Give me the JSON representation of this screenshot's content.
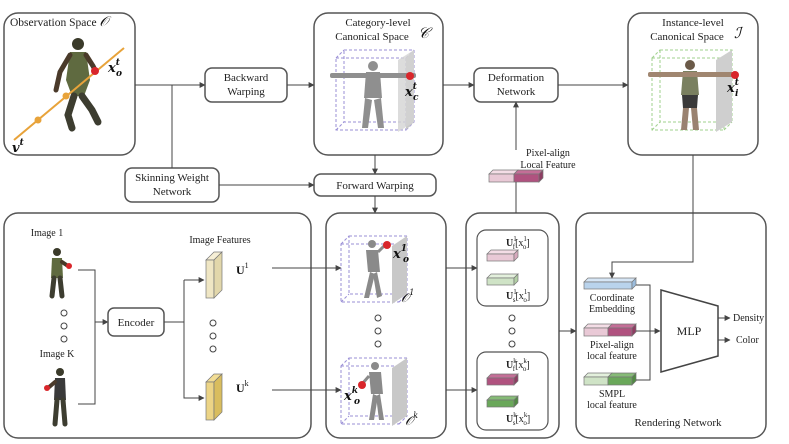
{
  "panels": {
    "observation_space": {
      "title": "Observation Space",
      "symbol": "𝒪",
      "pose_label": "x",
      "pose_sup": "t",
      "pose_sub": "o",
      "ray_label": "v",
      "ray_sup": "t"
    },
    "category_space": {
      "title_line1": "Category-level",
      "title_line2": "Canonical Space",
      "symbol": "𝒞",
      "point_label": "x",
      "point_sup": "t",
      "point_sub": "c"
    },
    "instance_space": {
      "title_line1": "Instance-level",
      "title_line2": "Canonical Space",
      "symbol": "ℐ",
      "point_label": "x",
      "point_sup": "t",
      "point_sub": "i"
    }
  },
  "modules": {
    "backward_warping": {
      "line1": "Backward",
      "line2": "Warping"
    },
    "deformation_network": {
      "line1": "Deformation",
      "line2": "Network"
    },
    "skinning_weight_network": {
      "line1": "Skinning Weight",
      "line2": "Network"
    },
    "forward_warping": {
      "label": "Forward Warping"
    },
    "encoder": {
      "label": "Encoder"
    }
  },
  "pixel_align_feature": {
    "line1": "Pixel-align",
    "line2": "Local Feature"
  },
  "images": {
    "image_1": "Image 1",
    "image_k": "Image K",
    "features_title": "Image Features",
    "feature_1": {
      "base": "U",
      "sup": "1"
    },
    "feature_k": {
      "base": "U",
      "sup": "k"
    }
  },
  "observed_points": {
    "top": {
      "base": "x",
      "sup": "1",
      "sub": "o",
      "space": "𝒪",
      "space_sup": "1"
    },
    "bottom": {
      "base": "x",
      "sup": "k",
      "sub": "o",
      "space": "𝒪",
      "space_sup": "k"
    }
  },
  "feature_groups": {
    "top": [
      {
        "text": "U",
        "sup": "1",
        "sub": "f",
        "arg": "[x",
        "arg_sup": "1",
        "arg_sub": "o",
        "close": "]"
      },
      {
        "text": "U",
        "sup": "1",
        "sub": "s",
        "arg": "[x",
        "arg_sup": "1",
        "arg_sub": "o",
        "close": "]"
      }
    ],
    "bottom": [
      {
        "text": "U",
        "sup": "k",
        "sub": "f",
        "arg": "[x",
        "arg_sup": "k",
        "arg_sub": "o",
        "close": "]"
      },
      {
        "text": "U",
        "sup": "k",
        "sub": "s",
        "arg": "[x",
        "arg_sup": "k",
        "arg_sub": "o",
        "close": "]"
      }
    ]
  },
  "rendering_network": {
    "title": "Rendering Network",
    "coord_line1": "Coordinate",
    "coord_line2": "Embedding",
    "pix_line1": "Pixel-align",
    "pix_line2": "local feature",
    "smpl_line1": "SMPL",
    "smpl_line2": "local feature",
    "mlp": "MLP",
    "density": "Density",
    "color": "Color"
  },
  "colors": {
    "pink": "#e9c9d6",
    "magenta": "#b0527f",
    "green_light": "#cfe3c6",
    "green": "#6aa85a",
    "blue": "#b9d3ec",
    "feature_yellow": "#ecd486",
    "feature_cream": "#efe6c4",
    "cube_purple": "#9a8fd6",
    "cube_green": "#9fd08c",
    "point_red": "#d9262b",
    "ray_orange": "#e8a33a"
  }
}
